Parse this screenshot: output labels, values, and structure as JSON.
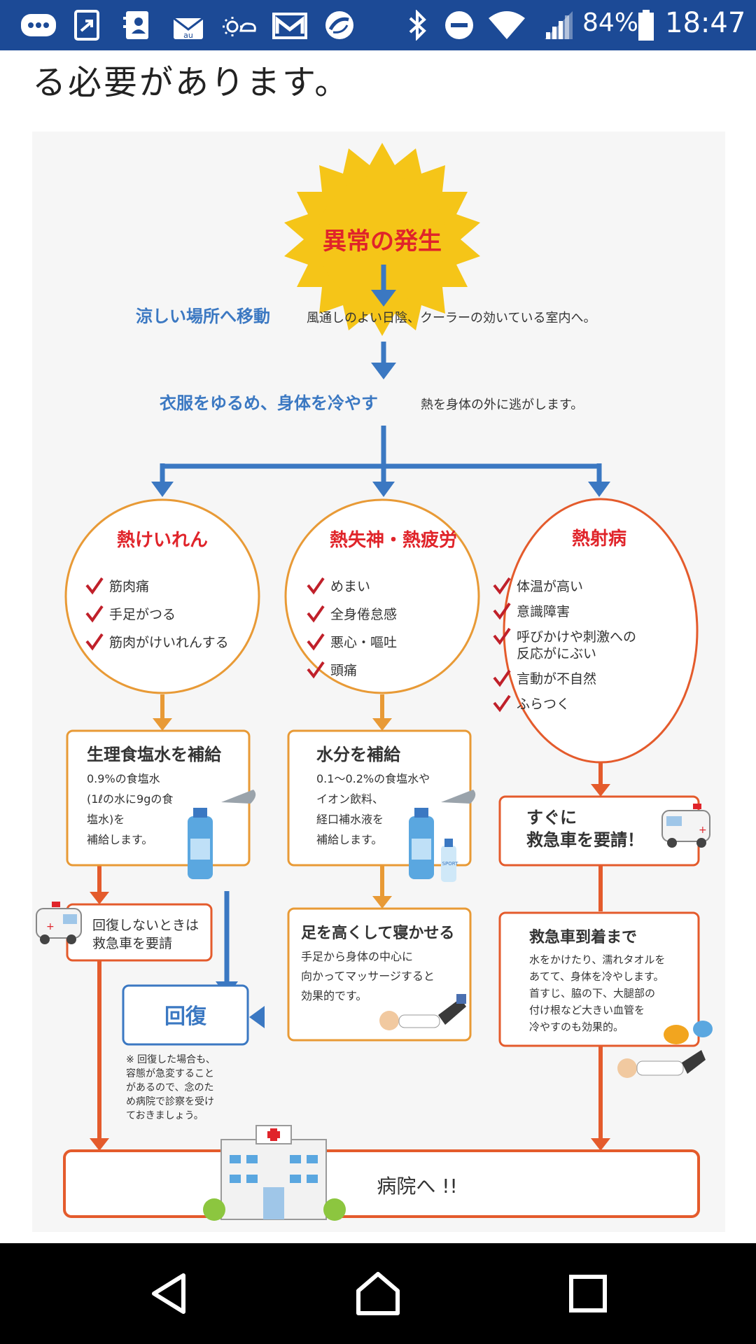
{
  "status_bar": {
    "battery": "84%",
    "time": "18:47",
    "left_icons": [
      "chat-icon",
      "share-icon",
      "contact-icon",
      "au-mail-icon",
      "weather-icon",
      "gmail-icon",
      "sync-icon"
    ],
    "right_icons": [
      "bluetooth-icon",
      "do-not-disturb-icon",
      "wifi-icon",
      "signal-icon",
      "battery-icon"
    ]
  },
  "article": {
    "heading_fragment": "る必要があります。"
  },
  "diagram": {
    "start": "異常の発生",
    "step1": {
      "title": "涼しい場所へ移動",
      "desc": "風通しのよい日陰、クーラーの効いている室内へ。"
    },
    "step2": {
      "title": "衣服をゆるめ、身体を冷やす",
      "desc": "熱を身体の外に逃がします。"
    },
    "branches": [
      {
        "title": "熱けいれん",
        "symptoms": [
          "筋肉痛",
          "手足がつる",
          "筋肉がけいれんする"
        ],
        "action_title": "生理食塩水を補給",
        "action_lines": [
          "0.9%の食塩水",
          "(1ℓの水に9gの食",
          "塩水)を",
          "補給します。"
        ],
        "followup_lines": [
          "回復しないときは",
          "救急車を要請"
        ]
      },
      {
        "title": "熱失神・熱疲労",
        "symptoms": [
          "めまい",
          "全身倦怠感",
          "悪心・嘔吐",
          "頭痛"
        ],
        "action_title": "水分を補給",
        "action_lines": [
          "0.1〜0.2%の食塩水や",
          "イオン飲料、",
          "経口補水液を",
          "補給します。"
        ],
        "followup_title": "足を高くして寝かせる",
        "followup_lines": [
          "手足から身体の中心に",
          "向かってマッサージすると",
          "効果的です。"
        ]
      },
      {
        "title": "熱射病",
        "symptoms": [
          "体温が高い",
          "意識障害",
          "呼びかけや刺激への\n反応がにぶい",
          "言動が不自然",
          "ふらつく"
        ],
        "action_lines": [
          "すぐに",
          "救急車を要請！"
        ],
        "followup_title": "救急車到着まで",
        "followup_lines": [
          "水をかけたり、濡れタオルを",
          "あてて、身体を冷やします。",
          "首すじ、脇の下、大腿部の",
          "付け根など大きい血管を",
          "冷やすのも効果的。"
        ]
      }
    ],
    "recovery": "回復",
    "recovery_note": [
      "※ 回復した場合も、",
      "容態が急変すること",
      "があるので、念のた",
      "め病院で診察を受け",
      "ておきましょう。"
    ],
    "hospital": "病院へ !!",
    "bottle_label": "SPORT",
    "colors": {
      "blue": "#3b78c2",
      "orange": "#e89a36",
      "red_orange": "#e45b2c",
      "red": "#e0242a",
      "sun": "#f5c518",
      "check": "#c0202a"
    }
  },
  "nav_bar": {
    "buttons": [
      "back-icon",
      "home-icon",
      "recents-icon"
    ]
  }
}
